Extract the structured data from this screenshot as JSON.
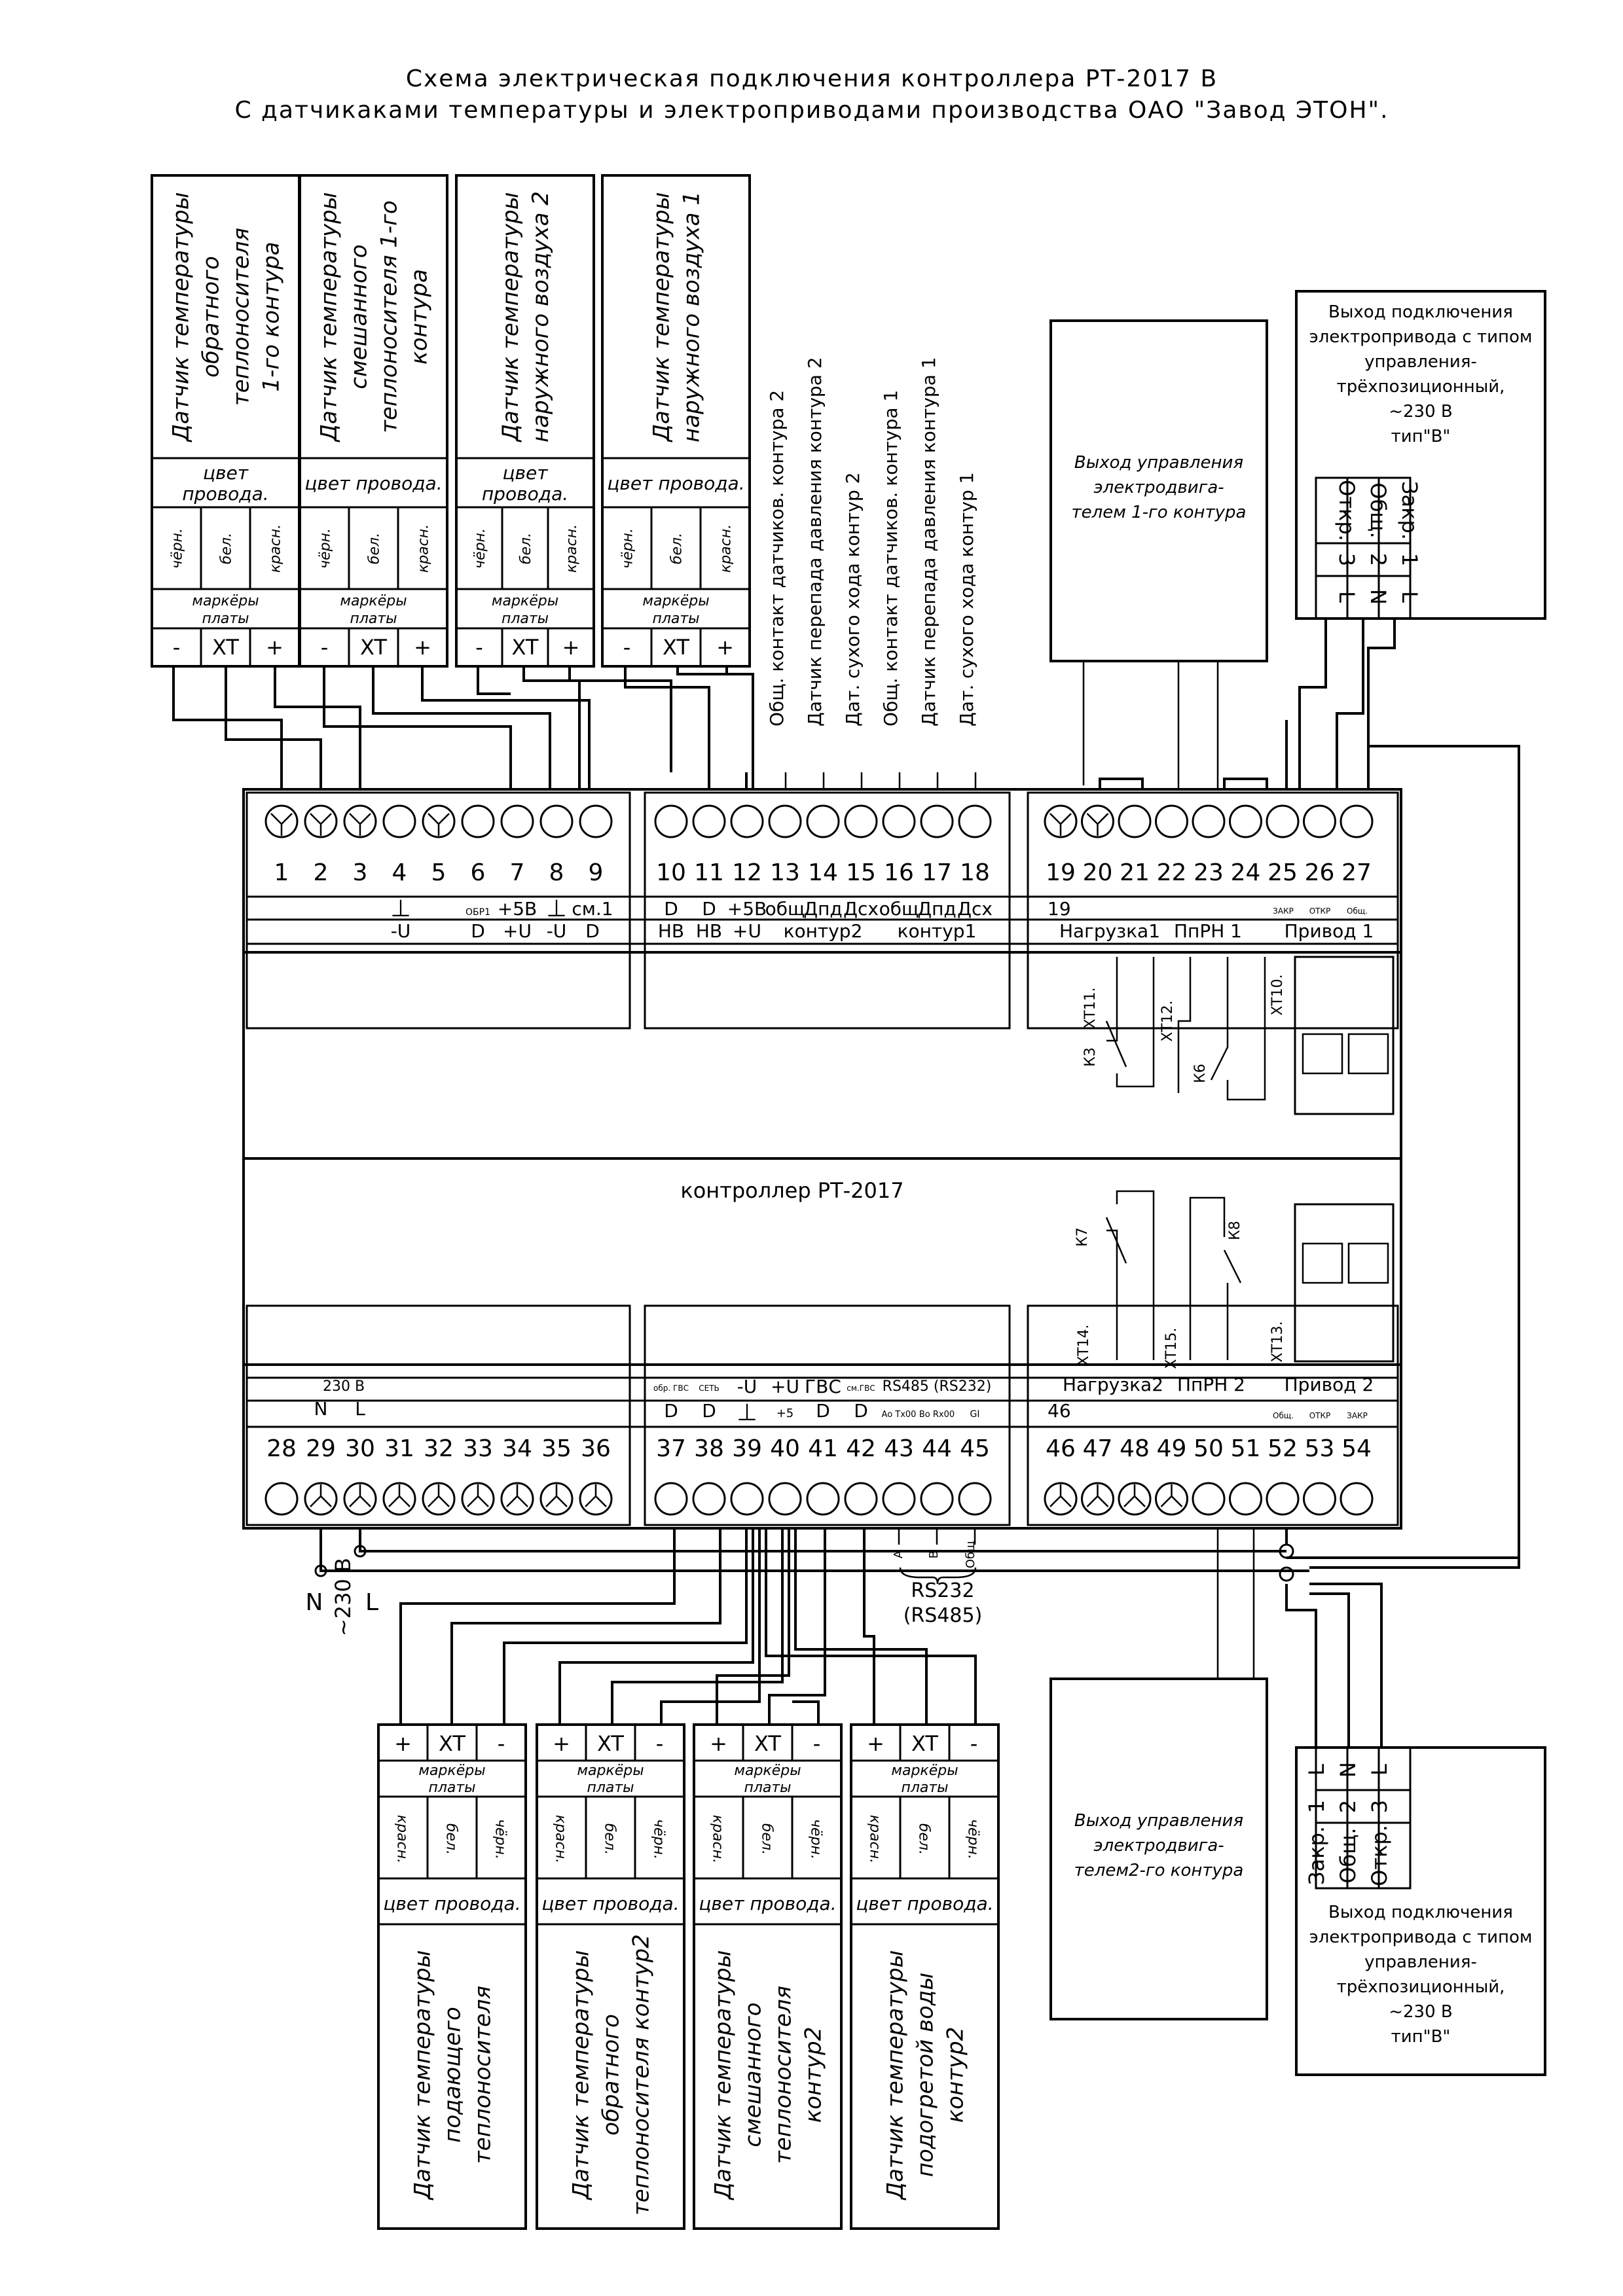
{
  "title": {
    "line1": "Схема электрическая подключения контроллера РТ-2017 В",
    "line2": "С датчикаками температуры и электроприводами производства ОАО \"Завод ЭТОН\"."
  },
  "controller": {
    "label": "контроллер РТ-2017"
  },
  "sensors_top": [
    {
      "name": "Датчик температуры обратного теплоносителя 1-го контура",
      "lines": [
        "Датчик температуры",
        "обратного",
        "теплоносителя",
        "1-го контура"
      ]
    },
    {
      "name": "Датчик температуры смешанного теплоносителя 1-го контура",
      "lines": [
        "Датчик температуры",
        "смешанного",
        "теплоносителя 1-го",
        "контура"
      ]
    },
    {
      "name": "Датчик температуры наружного воздуха 2",
      "lines": [
        "Датчик температуры",
        "наружного воздуха 2"
      ]
    },
    {
      "name": "Датчик температуры наружного воздуха 1",
      "lines": [
        "Датчик температуры",
        "наружного воздуха 1"
      ]
    }
  ],
  "sensor_common": {
    "wire_color_2": [
      "цвет",
      "провода."
    ],
    "wire_color_1": "цвет провода.",
    "wires_top": [
      "чёрн.",
      "бел.",
      "красн."
    ],
    "wires_bottom": [
      "красн.",
      "бел.",
      "чёрн."
    ],
    "board_markers": [
      "маркёры",
      "платы"
    ],
    "pins_top": [
      "-",
      "XT",
      "+"
    ],
    "pins_bottom": [
      "+",
      "XT",
      "-"
    ]
  },
  "sensors_bottom": [
    {
      "name": "Датчик температуры подающего теплоносителя",
      "lines": [
        "Датчик температуры",
        "подающего",
        "теплоносителя"
      ]
    },
    {
      "name": "Датчик температуры обратного теплоносителя контур2",
      "lines": [
        "Датчик температуры",
        "обратного",
        "теплоносителя контур2"
      ]
    },
    {
      "name": "Датчик температуры смешанного теплоносителя контур2",
      "lines": [
        "Датчик температуры",
        "смешанного",
        "теплоносителя",
        "контур2"
      ]
    },
    {
      "name": "Датчик температуры подогретой воды контур2",
      "lines": [
        "Датчик температуры",
        "подогретой воды",
        "контур2"
      ]
    }
  ],
  "top_signal_labels": [
    "Общ. контакт датчиков. контура 2",
    "Датчик перепада давления контура 2",
    "Дат. сухого хода контур 2",
    "Общ. контакт датчиков. контура 1",
    "Датчик перепада давления контура 1",
    "Дат. сухого хода контур 1"
  ],
  "motor_outputs": {
    "top": [
      "Выход управления",
      "электродвига-",
      "телем 1-го контура"
    ],
    "bottom": [
      "Выход управления",
      "электродвига-",
      "телем2-го контура"
    ]
  },
  "actuator": {
    "desc": [
      "Выход подключения",
      "электропривода с типом",
      "управления-",
      "трёхпозиционный,",
      "~230 В",
      "тип\"В\""
    ],
    "top_names": [
      "Откр.",
      "Общ.",
      "Закр."
    ],
    "top_nums": [
      "3",
      "2",
      "1"
    ],
    "top_wires": [
      "L",
      "N",
      "L"
    ],
    "bot_names": [
      "Закр.",
      "Общ.",
      "Откр."
    ],
    "bot_nums": [
      "1",
      "2",
      "3"
    ],
    "bot_wires": [
      "L",
      "N",
      "L"
    ]
  },
  "terminals_top": [
    "1",
    "2",
    "3",
    "4",
    "5",
    "6",
    "7",
    "8",
    "9",
    "10",
    "11",
    "12",
    "13",
    "14",
    "15",
    "16",
    "17",
    "18",
    "19",
    "20",
    "21",
    "22",
    "23",
    "24",
    "25",
    "26",
    "27"
  ],
  "terminals_bottom": [
    "28",
    "29",
    "30",
    "31",
    "32",
    "33",
    "34",
    "35",
    "36",
    "37",
    "38",
    "39",
    "40",
    "41",
    "42",
    "43",
    "44",
    "45",
    "46",
    "47",
    "48",
    "49",
    "50",
    "51",
    "52",
    "53",
    "54"
  ],
  "top_markings": {
    "g1": [
      "-U",
      "ОБР1",
      "D",
      "+5В",
      "+U",
      "-U",
      "см.1",
      "D"
    ],
    "g2": [
      "D",
      "D",
      "+5В",
      "общ",
      "Дпд",
      "Дсх",
      "общ",
      "Дпд",
      "Дсх"
    ],
    "g2b": [
      "НВ",
      "НВ",
      "+U",
      "контур2",
      "контур1"
    ],
    "g3": [
      "19",
      "Нагрузка1",
      "ПпРН 1",
      "Привод 1",
      "ЗАКР",
      "ОТКР",
      "Общ."
    ]
  },
  "bottom_markings": {
    "g1": [
      "230 В",
      "N",
      "L"
    ],
    "g2": [
      "обр. ГВС",
      "СЕТЬ",
      "-U",
      "+U",
      "ГВС",
      "см.ГВС",
      "RS485 (RS232)",
      "D",
      "D",
      "+5",
      "D",
      "D",
      "Ao Tx00",
      "Bo Rx00",
      "GI"
    ],
    "g3": [
      "Нагрузка2",
      "ПпРН 2",
      "Привод 2",
      "46",
      "Общ.",
      "ОТКР",
      "ЗАКР"
    ]
  },
  "relays": [
    "XT11.",
    "XT12.",
    "XT10.",
    "К3",
    "К6",
    "К7",
    "К8",
    "XT14.",
    "XT15.",
    "XT13."
  ],
  "power": {
    "n": "N",
    "voltage": "~230 В",
    "l": "L"
  },
  "rs": {
    "ab": [
      "А",
      "В",
      "Общ"
    ],
    "label": [
      "RS232",
      "(RS485)"
    ]
  }
}
